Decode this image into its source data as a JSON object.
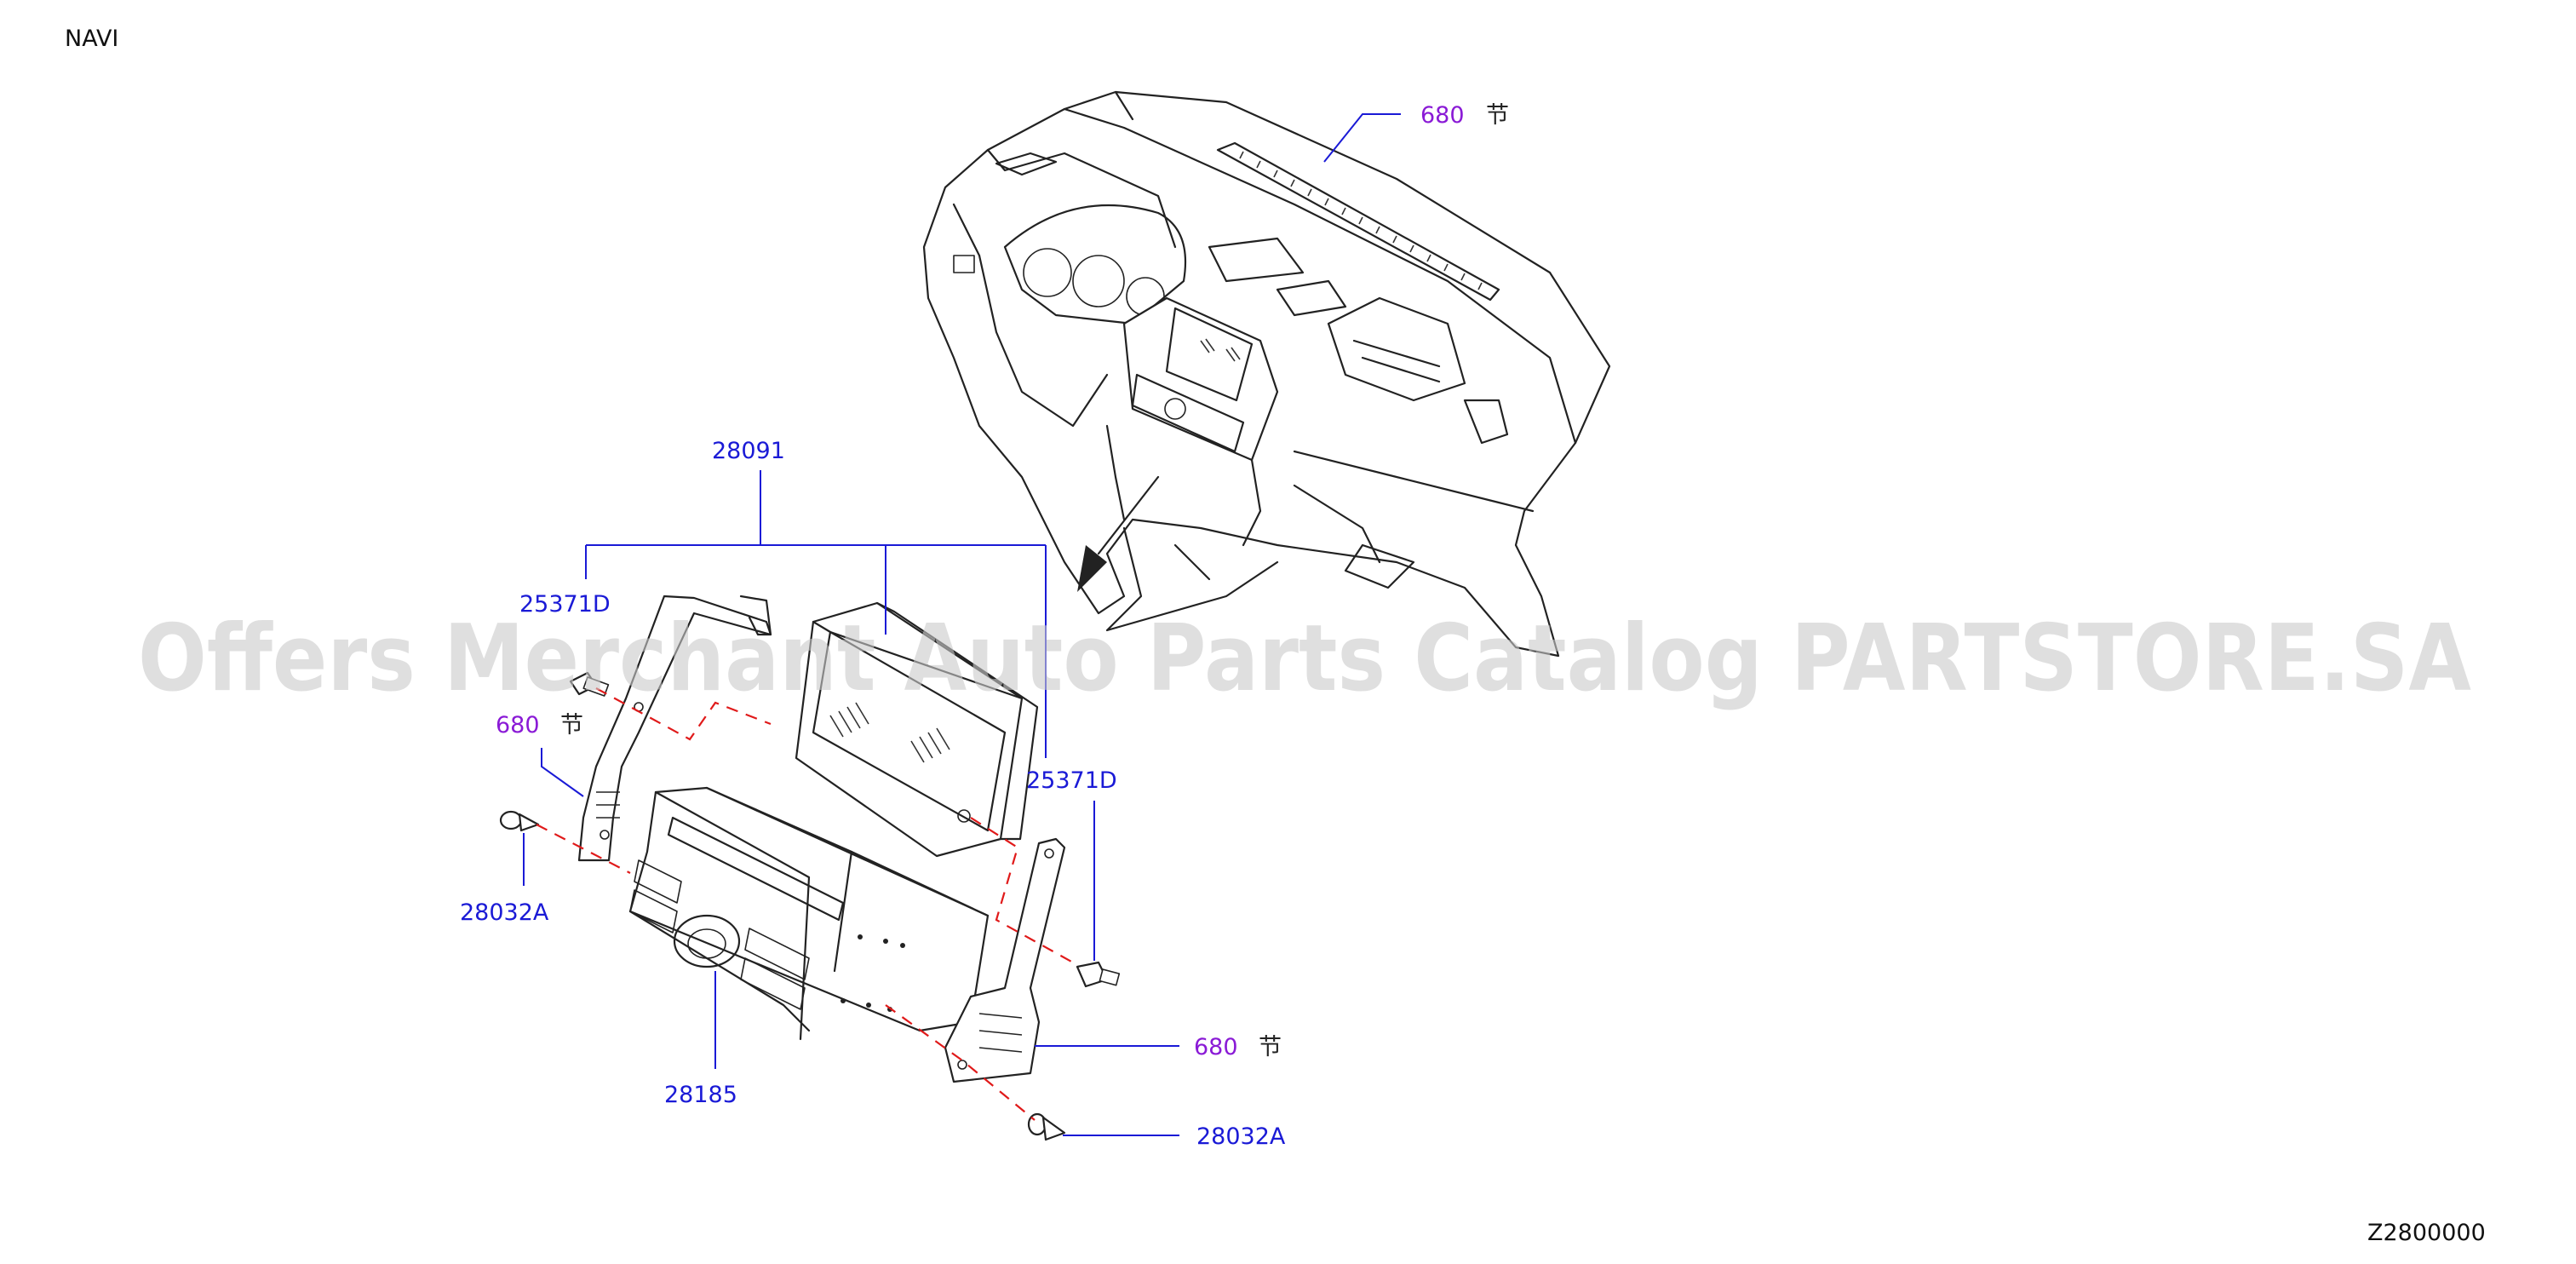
{
  "header": {
    "section_label": "NAVI"
  },
  "footer": {
    "diagram_code": "Z2800000"
  },
  "watermark": {
    "text": "Offers Merchant Auto Parts Catalog PARTSTORE.SA"
  },
  "callouts": {
    "dash_ref": {
      "number": "680",
      "symbol": "节"
    },
    "assembly": "28091",
    "bolt_left": "25371D",
    "bolt_right": "25371D",
    "bracket_left_ref": {
      "number": "680",
      "symbol": "节"
    },
    "screw_left": "28032A",
    "audio_unit": "28185",
    "bracket_right_ref": {
      "number": "680",
      "symbol": "节"
    },
    "screw_right": "28032A"
  },
  "colors": {
    "part_number": "#1a1ad6",
    "reference_number": "#8a1ad6",
    "assembly_line": "#e01a1a",
    "drawing": "#222222",
    "watermark": "#c9c9c9"
  }
}
